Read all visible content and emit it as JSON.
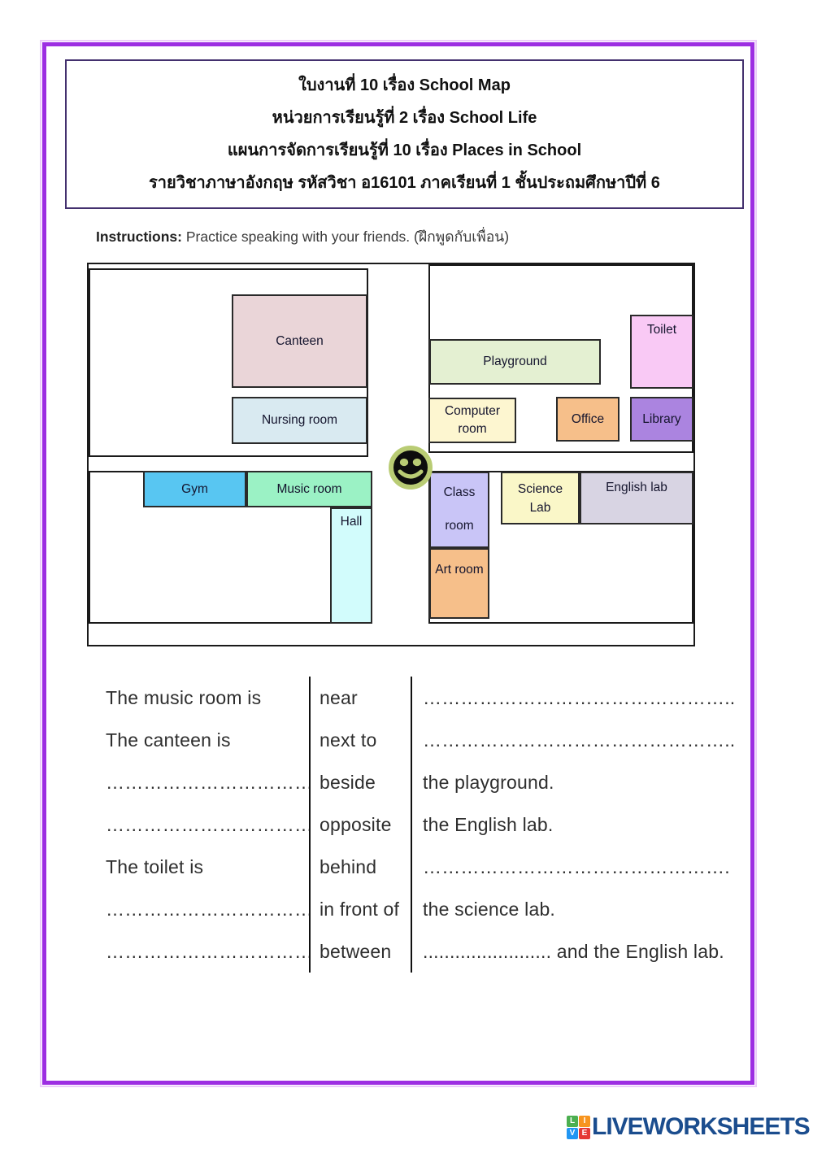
{
  "header": {
    "lines": [
      "ใบงานที่ 10 เรื่อง School Map",
      "หน่วยการเรียนรู้ที่ 2  เรื่อง School Life",
      "แผนการจัดการเรียนรู้ที่ 10 เรื่อง  Places in School",
      "รายวิชาภาษาอังกฤษ รหัสวิชา อ16101 ภาคเรียนที่ 1  ชั้นประถมศึกษาปีที่ 6"
    ]
  },
  "instructions": {
    "label": "Instructions:",
    "text": "Practice speaking with your friends. (ฝึกพูดกับเพื่อน)"
  },
  "map": {
    "canteen": "Canteen",
    "nursing_room": "Nursing room",
    "playground": "Playground",
    "toilet": "Toilet",
    "computer_room": "Computer room",
    "office": "Office",
    "library": "Library",
    "gym": "Gym",
    "music_room": "Music room",
    "hall": "Hall",
    "class_room": "Class room",
    "science_lab": "Science Lab",
    "english_lab": "English lab",
    "art_room": "Art room",
    "smiley_icon": "smiley-face"
  },
  "exercise": {
    "rows": [
      {
        "subject": "The music room  is",
        "preposition": "near",
        "complement": "………………………………………….."
      },
      {
        "subject": "The canteen is",
        "preposition": "next to",
        "complement": "………………………………………….."
      },
      {
        "subject": "……………………………… is",
        "preposition": "beside",
        "complement": "the playground."
      },
      {
        "subject": "……………………………… is",
        "preposition": "opposite",
        "complement": "the English lab."
      },
      {
        "subject": "The toilet is",
        "preposition": "behind",
        "complement": "…………………………………………."
      },
      {
        "subject": "………………………………is",
        "preposition": "in front of",
        "complement": "the science lab."
      },
      {
        "subject": "……………………………… is",
        "preposition": "between",
        "complement": "........................ and the English lab."
      }
    ]
  },
  "footer": {
    "logo_text": "LIVEWORKSHEETS",
    "logo_squares": [
      {
        "letter": "L",
        "color": "#4caf50"
      },
      {
        "letter": "I",
        "color": "#f7941e"
      },
      {
        "letter": "V",
        "color": "#2196f3"
      },
      {
        "letter": "E",
        "color": "#e53935"
      }
    ]
  },
  "colors": {
    "page_border": "#9d2ee2",
    "header_border": "#43306e",
    "logo_text": "#1b4d8e",
    "smiley_ring": "#b9cc74",
    "canteen": "#ead5d8",
    "nursing_room": "#d9eaf1",
    "playground": "#e4f0d2",
    "toilet": "#f9c9f5",
    "computer_room": "#fdf6d0",
    "office": "#f6bf8a",
    "library": "#ab84e0",
    "gym": "#58c6f2",
    "music_room": "#9bf2c5",
    "hall": "#d2fcfc",
    "class_room": "#c9c5f7",
    "science_lab": "#faf7c8",
    "english_lab": "#d8d4e3",
    "art_room": "#f6bf8a"
  }
}
